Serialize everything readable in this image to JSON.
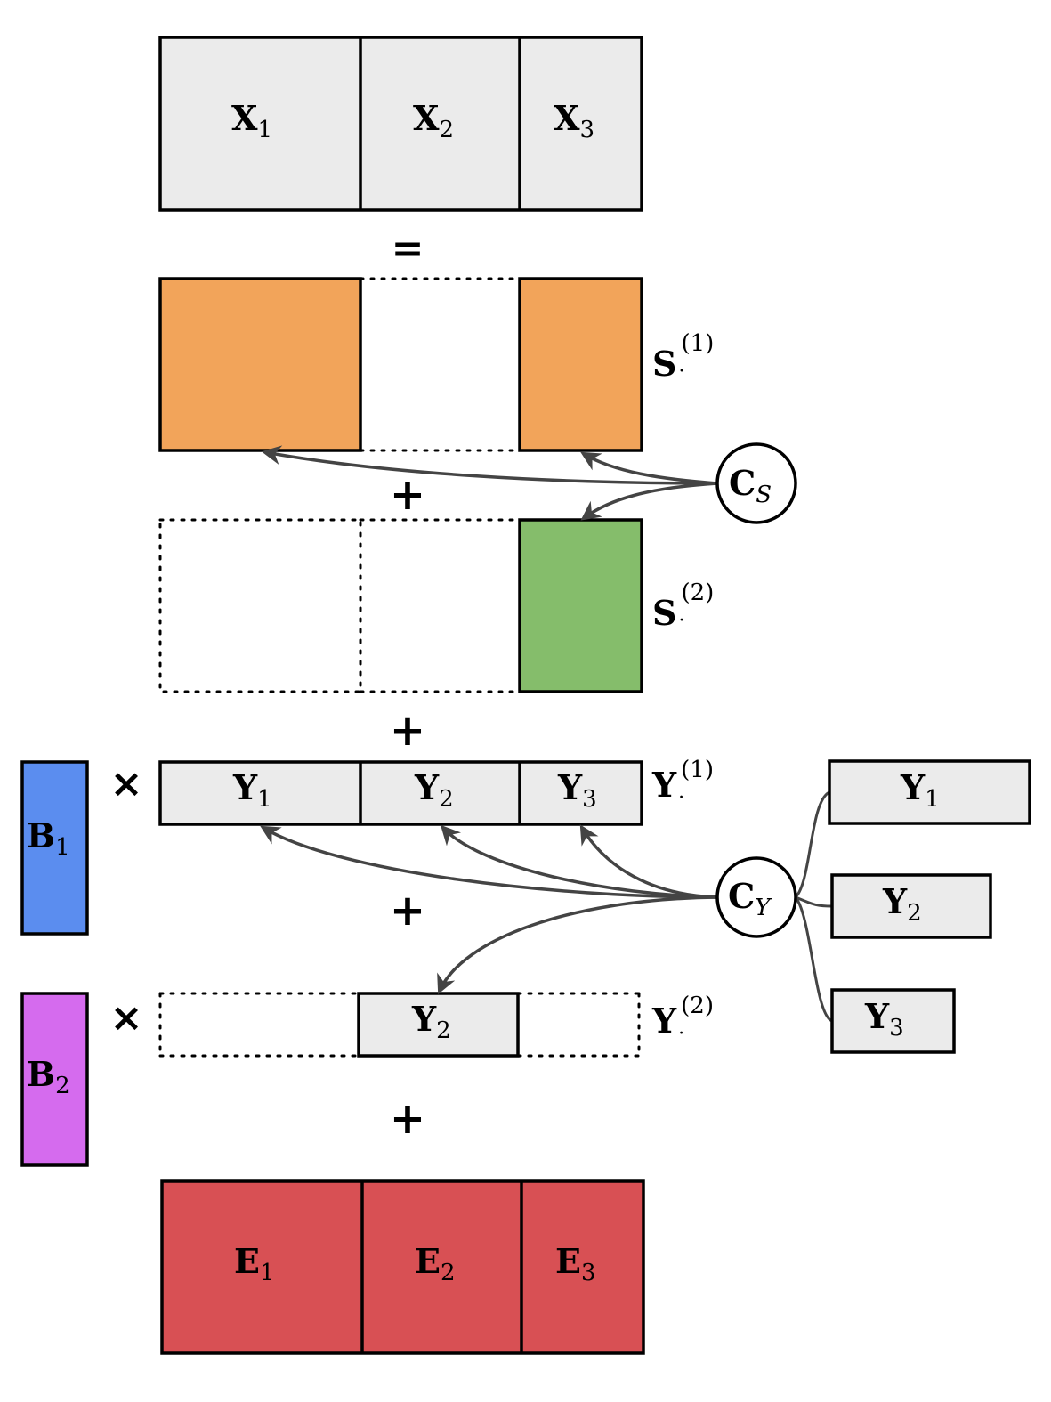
{
  "colors": {
    "grey": "#ebebeb",
    "orange": "#f2a45a",
    "green": "#85bd6b",
    "blue": "#5b8def",
    "magenta": "#d56bee",
    "red": "#d85054",
    "arrow": "#444444"
  },
  "x_blocks": [
    {
      "base": "X",
      "sub": "1"
    },
    {
      "base": "X",
      "sub": "2"
    },
    {
      "base": "X",
      "sub": "3"
    }
  ],
  "operators": {
    "equals": "=",
    "plus": "+",
    "times": "×"
  },
  "s1_label": {
    "base": "S",
    "sub": "·",
    "sup": "(1)"
  },
  "s2_label": {
    "base": "S",
    "sub": "·",
    "sup": "(2)"
  },
  "cs_node": {
    "base": "C",
    "sub": "S"
  },
  "y_row1": [
    {
      "base": "Y",
      "sub": "1"
    },
    {
      "base": "Y",
      "sub": "2"
    },
    {
      "base": "Y",
      "sub": "3"
    }
  ],
  "y1_label": {
    "base": "Y",
    "sub": "·",
    "sup": "(1)"
  },
  "y_row2": {
    "base": "Y",
    "sub": "2"
  },
  "y2_label": {
    "base": "Y",
    "sub": "·",
    "sup": "(2)"
  },
  "b1": {
    "base": "B",
    "sub": "1"
  },
  "b2": {
    "base": "B",
    "sub": "2"
  },
  "cy_node": {
    "base": "C",
    "sub": "Y"
  },
  "y_right": [
    {
      "base": "Y",
      "sub": "1"
    },
    {
      "base": "Y",
      "sub": "2"
    },
    {
      "base": "Y",
      "sub": "3"
    }
  ],
  "e_blocks": [
    {
      "base": "E",
      "sub": "1"
    },
    {
      "base": "E",
      "sub": "2"
    },
    {
      "base": "E",
      "sub": "3"
    }
  ]
}
